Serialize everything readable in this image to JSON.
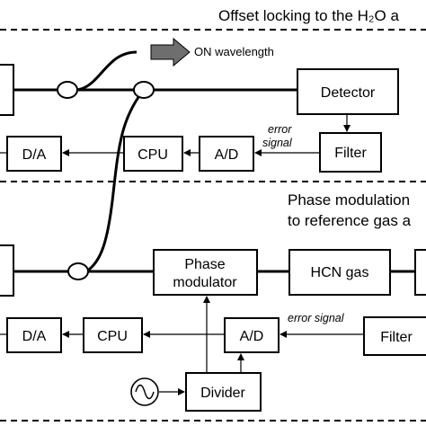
{
  "section_top": {
    "title": "Offset locking to the H₂O a"
  },
  "section_bottom": {
    "title_line1": "Phase modulation",
    "title_line2": "to reference gas a"
  },
  "top": {
    "on_wavelength": "ON wavelength",
    "detector": "Detector",
    "error_signal_line1": "error",
    "error_signal_line2": "signal",
    "filter": "Filter",
    "ad": "A/D",
    "cpu": "CPU",
    "da": "D/A"
  },
  "bottom": {
    "phase_line1": "Phase",
    "phase_line2": "modulator",
    "hcn": "HCN gas",
    "error_signal": "error signal",
    "filter": "Filter",
    "ad": "A/D",
    "cpu": "CPU",
    "da": "D/A",
    "divider": "Divider"
  },
  "icons": {
    "oscillator": "sine-wave-source-icon",
    "arrow": "arrow-right-icon"
  }
}
